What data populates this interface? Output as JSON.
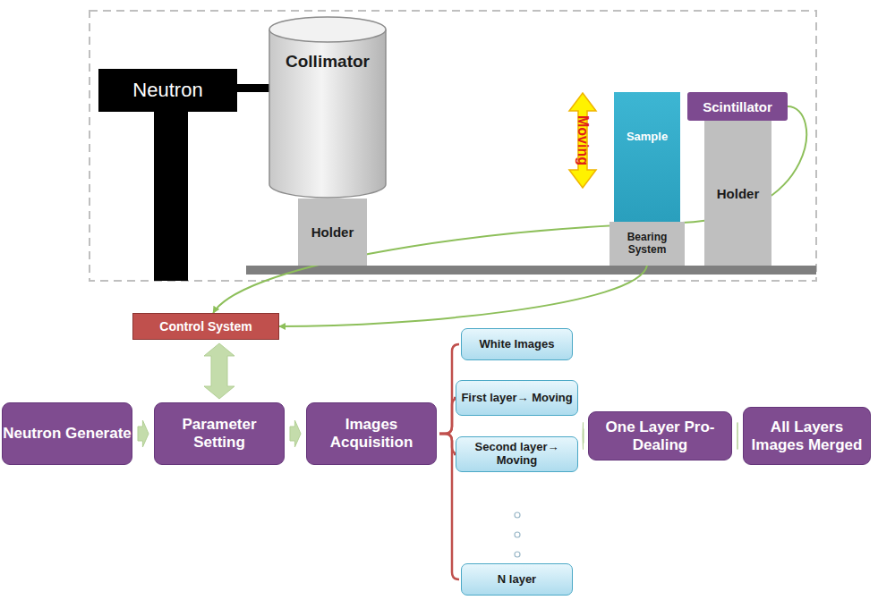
{
  "diagram": {
    "nodes": [
      {
        "text": [
          "Neutron"
        ]
      },
      {
        "text": [
          "Collimator"
        ]
      },
      {
        "text": [
          "Holder"
        ]
      },
      {
        "text": [
          "Sample"
        ]
      },
      {
        "text": [
          "Bearing System"
        ]
      },
      {
        "text": [
          "Scintillator"
        ]
      },
      {
        "text": [
          "Holder"
        ]
      },
      {
        "text": [
          "Control System"
        ]
      },
      {
        "text": [
          "Neutron Generate"
        ]
      },
      {
        "text": [
          "Parameter Setting"
        ]
      },
      {
        "text": [
          "Images Acquisition"
        ]
      },
      {
        "text": [
          "White Images"
        ]
      },
      {
        "text": [
          "First layer→ Moving"
        ]
      },
      {
        "text": [
          "Second layer→ Moving"
        ]
      },
      {
        "text": [
          "N layer"
        ]
      },
      {
        "text": [
          "One Layer Pro-Dealing"
        ]
      },
      {
        "text": [
          "All Layers Images Merged"
        ]
      }
    ],
    "edges": [
      {
        "from": 5,
        "to": 7,
        "arrow": "to"
      },
      {
        "from": 4,
        "to": 7,
        "arrow": "to"
      },
      {
        "from": 7,
        "to": 9,
        "arrow": "both"
      },
      {
        "from": 8,
        "to": 9,
        "arrow": "to"
      },
      {
        "from": 9,
        "to": 10,
        "arrow": "to"
      },
      {
        "from": 10,
        "to": 11,
        "arrow": "none"
      },
      {
        "from": 10,
        "to": 12,
        "arrow": "none"
      },
      {
        "from": 10,
        "to": 13,
        "arrow": "none"
      },
      {
        "from": 10,
        "to": 14,
        "arrow": "none"
      },
      {
        "from": 13,
        "to": 15,
        "arrow": "to"
      },
      {
        "from": 15,
        "to": 16,
        "arrow": "to"
      }
    ],
    "labels": [
      "Moving"
    ]
  }
}
